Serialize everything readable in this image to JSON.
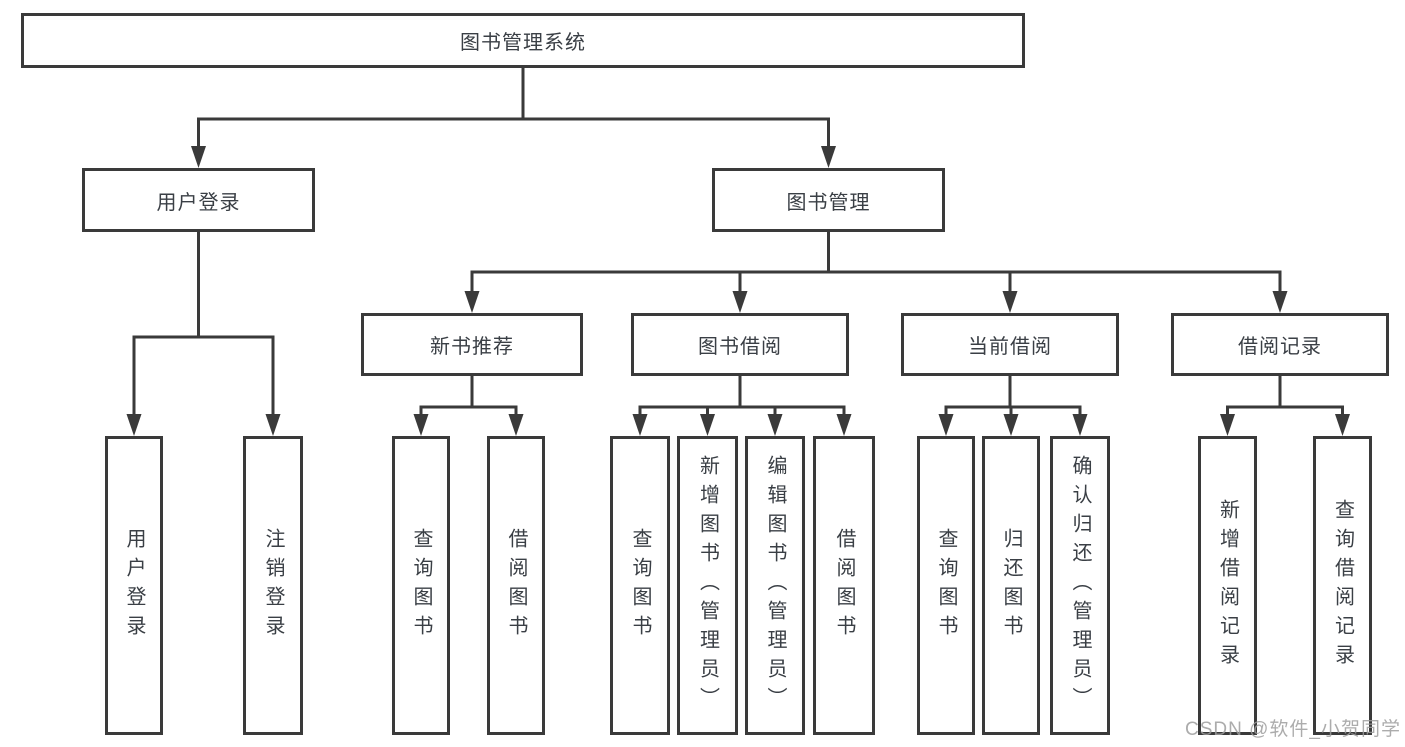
{
  "watermark": "CSDN @软件_小贺同学",
  "colors": {
    "line": "#3a3a3a",
    "box_border": "#3a3a3a",
    "text": "#3a3f45",
    "watermark": "#9e9e9e",
    "background": "#ffffff"
  },
  "tree": {
    "label": "图书管理系统",
    "children": [
      {
        "label": "用户登录",
        "children": [
          {
            "label": "用户登录"
          },
          {
            "label": "注销登录"
          }
        ]
      },
      {
        "label": "图书管理",
        "children": [
          {
            "label": "新书推荐",
            "children": [
              {
                "label": "查询图书"
              },
              {
                "label": "借阅图书"
              }
            ]
          },
          {
            "label": "图书借阅",
            "children": [
              {
                "label": "查询图书"
              },
              {
                "label": "新增图书（管理员）"
              },
              {
                "label": "编辑图书（管理员）"
              },
              {
                "label": "借阅图书"
              }
            ]
          },
          {
            "label": "当前借阅",
            "children": [
              {
                "label": "查询图书"
              },
              {
                "label": "归还图书"
              },
              {
                "label": "确认归还（管理员）"
              }
            ]
          },
          {
            "label": "借阅记录",
            "children": [
              {
                "label": "新增借阅记录"
              },
              {
                "label": "查询借阅记录"
              }
            ]
          }
        ]
      }
    ]
  }
}
